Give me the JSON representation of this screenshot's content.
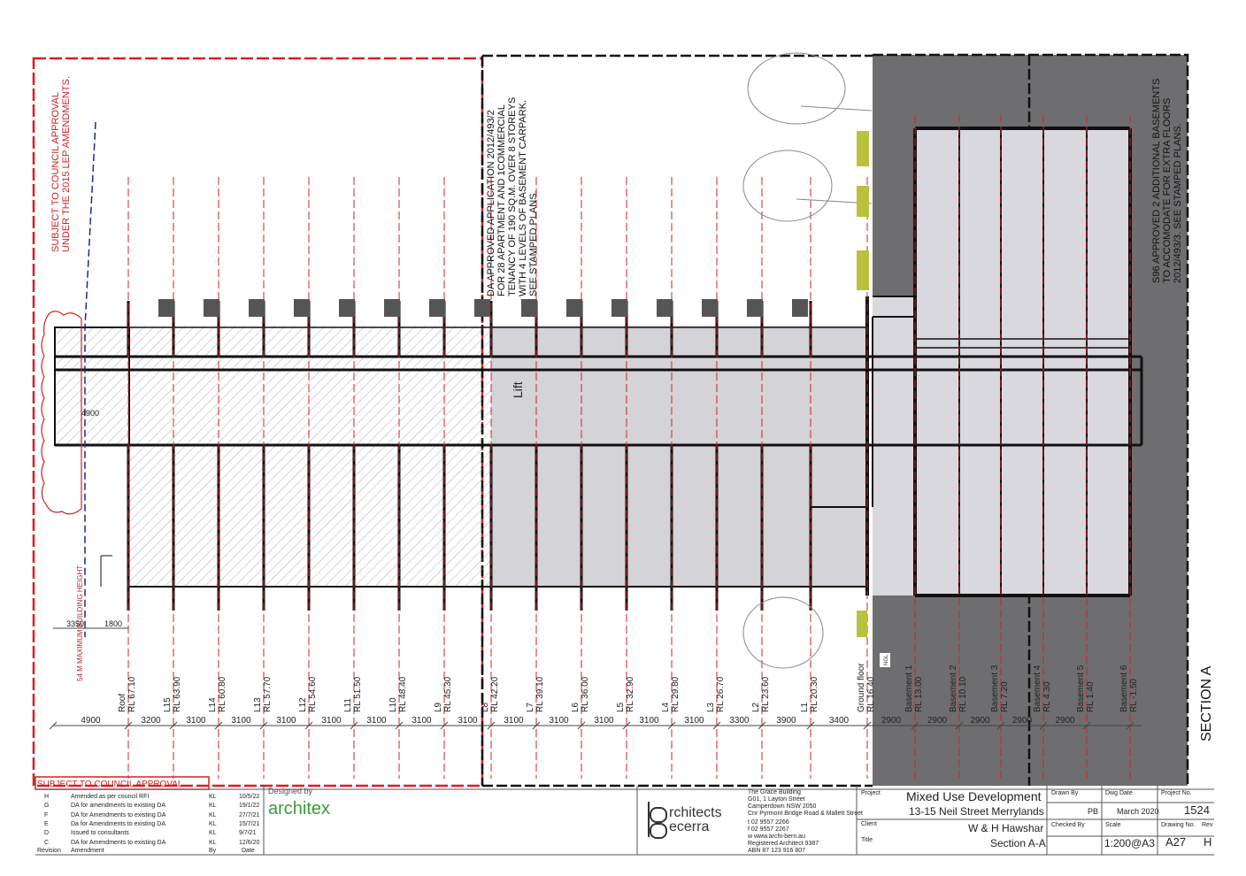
{
  "notes": {
    "council_approval_vertical": [
      "SUBJECT TO COUNCIL APPROVAL",
      "UNDER THE 2015 LEP AMENDMENTS."
    ],
    "da_approved": [
      "DA APPROVED APPLICATION 2012/493/2",
      "FOR 28 APARTMENT AND 1COMMERCIAL",
      "TENANCY OF 190 SQ.M. OVER 8 STOREYS",
      "WITH 4 LEVELS OF BASEMENT CARPARK.",
      "SEE STAMPED PLANS."
    ],
    "s96": [
      "S96 APPROVED 2 ADDITIONAL BASEMENTS",
      "TO ACCOMODATE FOR EXTRA FLOORS",
      "2012/493/3. SEE STAMPED PLANS."
    ],
    "max_height": "54 M MAXIMUM BUILDING HEIGHT",
    "lift": "Lift",
    "section": "SECTION A",
    "subject_box": "SUBJECT TO COUNCIL APPROVAL",
    "dim_4900_left": "4900",
    "dim_3350": "3350",
    "dim_1800": "1800",
    "ngl": "NGL"
  },
  "levels": [
    {
      "name": "Roof",
      "rl": "RL 67.10"
    },
    {
      "name": "L15",
      "rl": "RL 63.90"
    },
    {
      "name": "L14",
      "rl": "RL 60.80"
    },
    {
      "name": "L13",
      "rl": "RL 57.70"
    },
    {
      "name": "L12",
      "rl": "RL 54.60"
    },
    {
      "name": "L11",
      "rl": "RL 51.50"
    },
    {
      "name": "L10",
      "rl": "RL 48.40"
    },
    {
      "name": "L9",
      "rl": "RL 45.30"
    },
    {
      "name": "L8",
      "rl": "RL 42.20"
    },
    {
      "name": "L7",
      "rl": "RL 39.10"
    },
    {
      "name": "L6",
      "rl": "RL 36.00"
    },
    {
      "name": "L5",
      "rl": "RL 32.90"
    },
    {
      "name": "L4",
      "rl": "RL 29.80"
    },
    {
      "name": "L3",
      "rl": "RL 26.70"
    },
    {
      "name": "L2",
      "rl": "RL 23.60"
    },
    {
      "name": "L1",
      "rl": "RL 20.30"
    },
    {
      "name": "Ground floor",
      "rl": "RL 16.40"
    },
    {
      "name": "Basement 1",
      "rl": "RL 13.00"
    },
    {
      "name": "Basement 2",
      "rl": "RL 10.10"
    },
    {
      "name": "Basement 3",
      "rl": "RL 7.20"
    },
    {
      "name": "Basement 4",
      "rl": "RL 4.30"
    },
    {
      "name": "Basement 5",
      "rl": "RL 1.40"
    },
    {
      "name": "Basement 6",
      "rl": "RL -1.50"
    }
  ],
  "dims": [
    "4900",
    "3200",
    "3100",
    "3100",
    "3100",
    "3100",
    "3100",
    "3100",
    "3100",
    "3100",
    "3100",
    "3100",
    "3100",
    "3100",
    "3300",
    "3900",
    "3400",
    "2900",
    "2900",
    "2900",
    "2900",
    "2900"
  ],
  "revisions": [
    {
      "rev": "H",
      "amendment": "Amended as per council RFI",
      "by": "KL",
      "date": "10/5/22"
    },
    {
      "rev": "G",
      "amendment": "DA for amendments to existing DA",
      "by": "KL",
      "date": "19/1/22"
    },
    {
      "rev": "F",
      "amendment": "DA for Amendments to existing DA",
      "by": "KL",
      "date": "27/7/21"
    },
    {
      "rev": "E",
      "amendment": "Da for Amendments to existing DA",
      "by": "KL",
      "date": "15/7/21"
    },
    {
      "rev": "D",
      "amendment": "Issued to consultants",
      "by": "KL",
      "date": "9/7/21"
    },
    {
      "rev": "C",
      "amendment": "DA for Amendments to existing DA",
      "by": "KL",
      "date": "12/6/20"
    }
  ],
  "rev_header": {
    "revision": "Revision",
    "amendment": "Amendment",
    "by": "By",
    "date": "Date"
  },
  "designer": {
    "label": "Designed by",
    "name": "architex"
  },
  "firm": {
    "name1": "rchitects",
    "name2": "ecerra",
    "address": [
      "The Grace Building",
      "G01, 1 Layton Street",
      "Camperdown NSW 2050",
      "Cnr Pyrmont Bridge Road & Mallett Street"
    ],
    "contact": [
      "t  02 9557 2266",
      "f  02 9557 2267",
      "w  www.archi-bern.au"
    ],
    "reg": [
      "Registered Architect 9387",
      "ABN 87 123 916 807"
    ]
  },
  "titleblock": {
    "project_label": "Project",
    "project": "Mixed Use Development",
    "address": "13-15 Neil Street Merrylands",
    "client_label": "Client",
    "client": "W & H Hawshar",
    "title_label": "Title",
    "title": "Section A-A",
    "drawn_by_label": "Drawn By",
    "drawn_by": "PB",
    "checked_by_label": "Checked By",
    "dwg_date_label": "Dwg Date",
    "dwg_date": "March 2020",
    "scale_label": "Scale",
    "scale": "1:200@A3",
    "project_no_label": "Project No.",
    "project_no": "1524",
    "drawing_no_label": "Drawing No.",
    "drawing_no": "A27",
    "rev_label": "Rev",
    "rev": "H"
  }
}
